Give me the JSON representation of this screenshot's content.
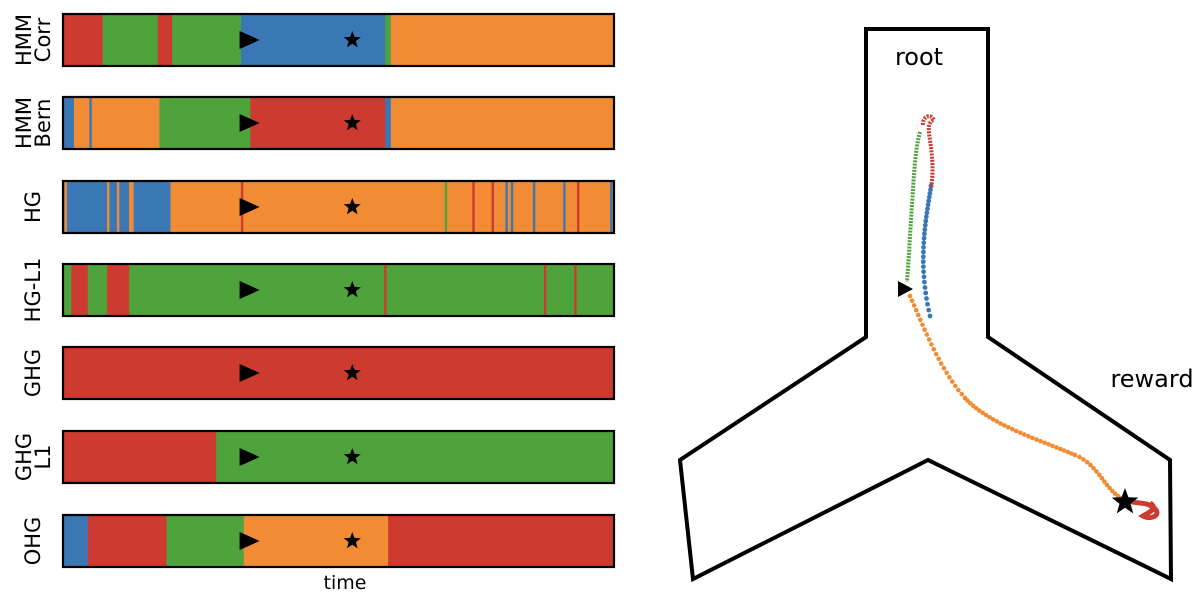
{
  "colors": {
    "red": "#cc3a30",
    "green": "#4fa33c",
    "blue": "#3a78b5",
    "orange": "#f18c35",
    "marker": "#000000",
    "outline": "#000000"
  },
  "timeline": {
    "xlabel": "time",
    "rows": [
      {
        "label_lines": [
          "HMM",
          "Corr"
        ],
        "segments": [
          {
            "from": 0.0,
            "to": 0.072,
            "c": "red"
          },
          {
            "from": 0.072,
            "to": 0.172,
            "c": "green"
          },
          {
            "from": 0.172,
            "to": 0.198,
            "c": "red"
          },
          {
            "from": 0.198,
            "to": 0.323,
            "c": "green"
          },
          {
            "from": 0.323,
            "to": 0.585,
            "c": "blue"
          },
          {
            "from": 0.585,
            "to": 0.595,
            "c": "green"
          },
          {
            "from": 0.595,
            "to": 1.0,
            "c": "orange"
          }
        ]
      },
      {
        "label_lines": [
          "HMM",
          "Bern"
        ],
        "segments": [
          {
            "from": 0.0,
            "to": 0.02,
            "c": "blue"
          },
          {
            "from": 0.02,
            "to": 0.175,
            "c": "orange"
          },
          {
            "from": 0.175,
            "to": 0.34,
            "c": "green"
          },
          {
            "from": 0.34,
            "to": 0.585,
            "c": "red"
          },
          {
            "from": 0.585,
            "to": 0.595,
            "c": "blue"
          },
          {
            "from": 0.595,
            "to": 1.0,
            "c": "orange"
          }
        ],
        "ticks": [
          {
            "at": 0.05,
            "c": "blue"
          }
        ]
      },
      {
        "label_lines": [
          "HG"
        ],
        "segments": [
          {
            "from": 0.0,
            "to": 0.195,
            "c": "blue"
          },
          {
            "from": 0.195,
            "to": 1.0,
            "c": "orange"
          }
        ],
        "ticks": [
          {
            "at": 0.005,
            "c": "orange"
          },
          {
            "at": 0.082,
            "c": "orange"
          },
          {
            "at": 0.1,
            "c": "orange"
          },
          {
            "at": 0.122,
            "c": "orange"
          },
          {
            "at": 0.126,
            "c": "orange"
          },
          {
            "at": 0.325,
            "c": "red"
          },
          {
            "at": 0.695,
            "c": "green"
          },
          {
            "at": 0.745,
            "c": "red"
          },
          {
            "at": 0.78,
            "c": "red"
          },
          {
            "at": 0.805,
            "c": "blue"
          },
          {
            "at": 0.815,
            "c": "blue"
          },
          {
            "at": 0.855,
            "c": "blue"
          },
          {
            "at": 0.91,
            "c": "blue"
          },
          {
            "at": 0.935,
            "c": "red"
          },
          {
            "at": 0.995,
            "c": "blue"
          }
        ]
      },
      {
        "label_lines": [
          "HG-L1"
        ],
        "segments": [
          {
            "from": 0.0,
            "to": 0.015,
            "c": "green"
          },
          {
            "from": 0.015,
            "to": 0.045,
            "c": "red"
          },
          {
            "from": 0.045,
            "to": 0.08,
            "c": "green"
          },
          {
            "from": 0.08,
            "to": 0.12,
            "c": "red"
          },
          {
            "from": 0.12,
            "to": 1.0,
            "c": "green"
          }
        ],
        "ticks": [
          {
            "at": 0.585,
            "c": "red"
          },
          {
            "at": 0.875,
            "c": "red"
          },
          {
            "at": 0.93,
            "c": "red"
          }
        ]
      },
      {
        "label_lines": [
          "GHG"
        ],
        "segments": [
          {
            "from": 0.0,
            "to": 1.0,
            "c": "red"
          }
        ]
      },
      {
        "label_lines": [
          "GHG",
          "L1"
        ],
        "segments": [
          {
            "from": 0.0,
            "to": 0.278,
            "c": "red"
          },
          {
            "from": 0.278,
            "to": 1.0,
            "c": "green"
          }
        ]
      },
      {
        "label_lines": [
          "OHG"
        ],
        "segments": [
          {
            "from": 0.0,
            "to": 0.045,
            "c": "blue"
          },
          {
            "from": 0.045,
            "to": 0.188,
            "c": "red"
          },
          {
            "from": 0.188,
            "to": 0.328,
            "c": "green"
          },
          {
            "from": 0.328,
            "to": 0.59,
            "c": "orange"
          },
          {
            "from": 0.59,
            "to": 1.0,
            "c": "red"
          }
        ]
      }
    ],
    "triangle_at": 0.335,
    "star_at": 0.525
  },
  "maze": {
    "labels": {
      "root": "root",
      "reward": "reward"
    }
  }
}
